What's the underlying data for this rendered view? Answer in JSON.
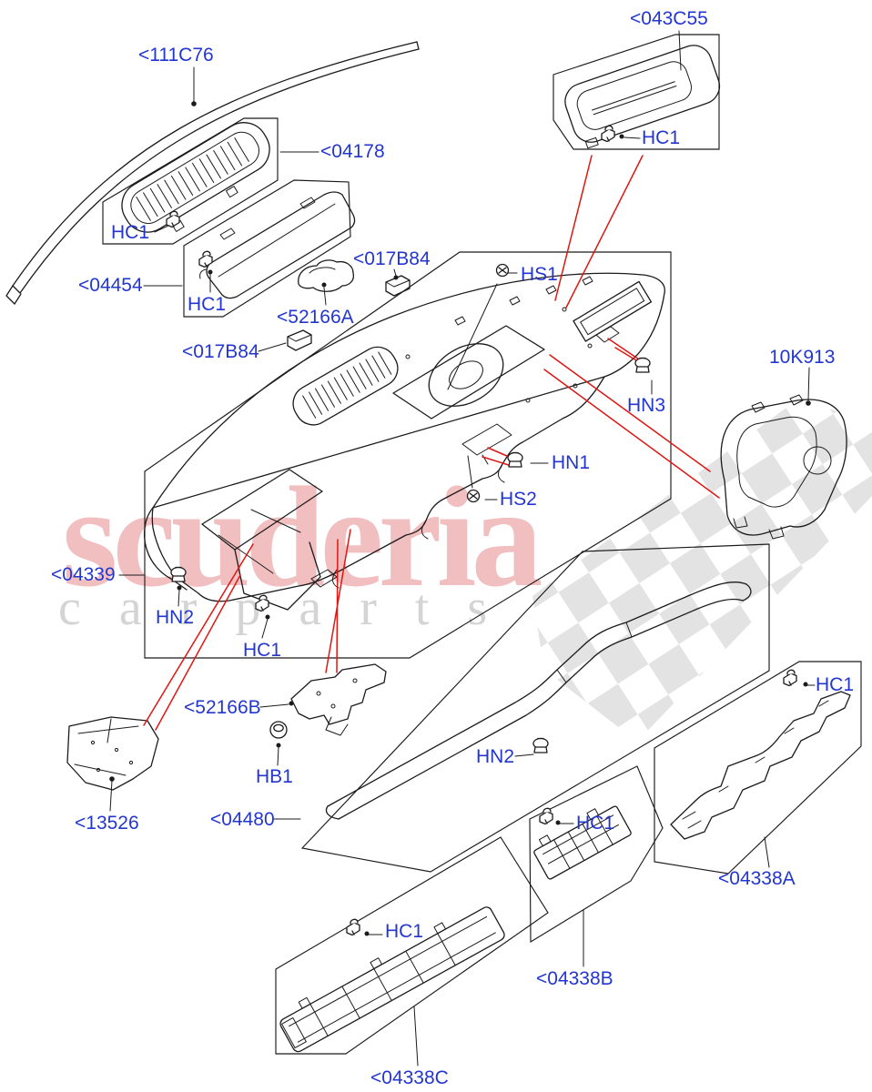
{
  "diagram": {
    "kind": "exploded-parts-diagram",
    "subject": "instrument panel / dashboard components"
  },
  "watermark": {
    "line1": "scuderia",
    "line2": "c a r p a r t s",
    "color_primary": "#f2bfc1",
    "color_secondary": "#d4d4d4",
    "checker_color": "#dedede"
  },
  "colors": {
    "label_blue": "#2336cf",
    "leader_red": "#e01612",
    "line_black": "#1b1b1b",
    "background": "#ffffff"
  },
  "icon_glyphs": {
    "clip-icon": "spring steel clip (HC1)",
    "nut-icon": "flanged nut (HN1 / HN2 / HN3)",
    "screw-icon": "screw (HS1 / HS2)",
    "bolt-icon": "bolt (HB1)",
    "leader-dot": "attachment point dot"
  },
  "callouts": [
    {
      "name": "part-111C76",
      "text": "<111C76"
    },
    {
      "name": "part-04178",
      "text": "<04178"
    },
    {
      "name": "part-043C55",
      "text": "<043C55"
    },
    {
      "name": "clip-hc1-043C55",
      "text": "HC1"
    },
    {
      "name": "clip-hc1-04178",
      "text": "HC1"
    },
    {
      "name": "part-04454",
      "text": "<04454"
    },
    {
      "name": "clip-hc1-04454",
      "text": "HC1"
    },
    {
      "name": "part-52166A",
      "text": "<52166A"
    },
    {
      "name": "part-017B84-upper",
      "text": "<017B84"
    },
    {
      "name": "part-017B84-lower",
      "text": "<017B84"
    },
    {
      "name": "screw-hs1",
      "text": "HS1"
    },
    {
      "name": "nut-hn3",
      "text": "HN3"
    },
    {
      "name": "part-10K913",
      "text": "10K913"
    },
    {
      "name": "nut-hn1",
      "text": "HN1"
    },
    {
      "name": "screw-hs2",
      "text": "HS2"
    },
    {
      "name": "part-04339",
      "text": "<04339"
    },
    {
      "name": "nut-hn2-left",
      "text": "HN2"
    },
    {
      "name": "clip-hc1-04339",
      "text": "HC1"
    },
    {
      "name": "part-52166B",
      "text": "<52166B"
    },
    {
      "name": "bolt-hb1",
      "text": "HB1"
    },
    {
      "name": "part-13526",
      "text": "<13526"
    },
    {
      "name": "nut-hn2-mid",
      "text": "HN2"
    },
    {
      "name": "part-04480",
      "text": "<04480"
    },
    {
      "name": "clip-hc1-04338A",
      "text": "HC1"
    },
    {
      "name": "part-04338A",
      "text": "<04338A"
    },
    {
      "name": "clip-hc1-04338B",
      "text": "HC1"
    },
    {
      "name": "part-04338B",
      "text": "<04338B"
    },
    {
      "name": "clip-hc1-04338C",
      "text": "HC1"
    },
    {
      "name": "part-04338C",
      "text": "<04338C"
    }
  ]
}
